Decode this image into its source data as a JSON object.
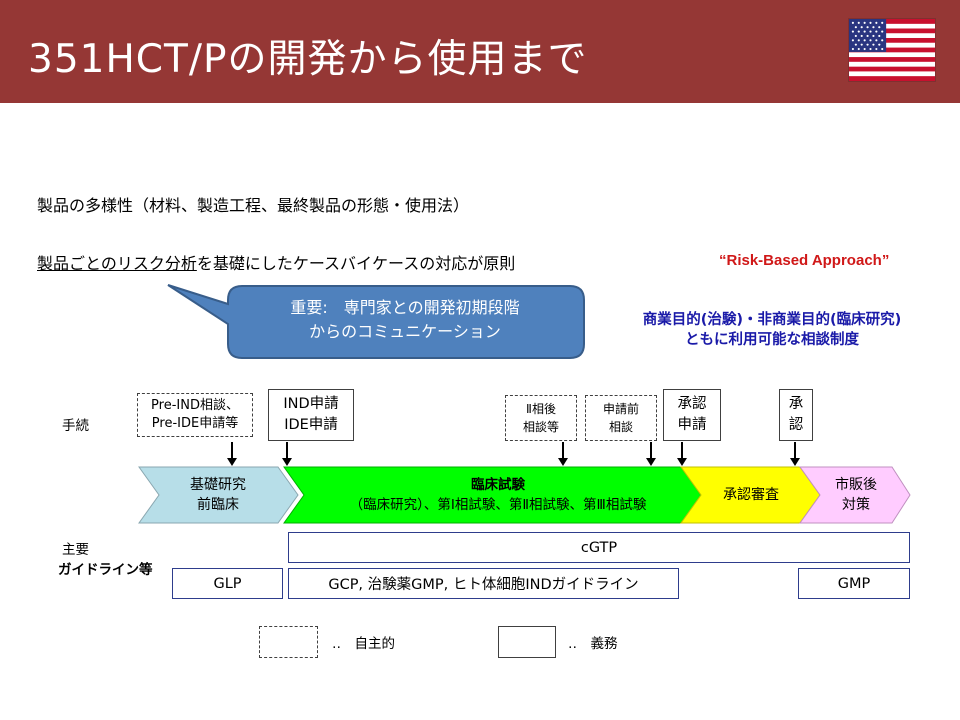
{
  "slide": {
    "title": "351HCT/Pの開発から使用まで",
    "flag_icon": "us-flag-icon"
  },
  "intro": {
    "line1": "製品の多様性（材料、製造工程、最終製品の形態・使用法）",
    "line2_underlined": "製品ごとのリスク分析",
    "line2_rest": "を基礎にしたケースバイケースの対応が原則",
    "risk_based": "“Risk-Based  Approach”"
  },
  "callout": {
    "line1": "重要:　専門家との開発初期段階",
    "line2": "からのコミュニケーション",
    "color": "#4f81bd"
  },
  "consultation_note": {
    "line1": "商業目的(治験)・非商業目的(臨床研究)",
    "line2": "ともに利用可能な相談制度"
  },
  "row_labels": {
    "procedures": "手続",
    "guidelines_line1": "主要",
    "guidelines_line2": "ガイドライン等"
  },
  "procedures": {
    "pre_ind": [
      "Pre-IND相談、",
      "Pre-IDE申請等"
    ],
    "ind_ide": [
      "IND申請",
      "IDE申請"
    ],
    "phase2": [
      "Ⅱ相後",
      "相談等"
    ],
    "pre_application": [
      "申請前",
      "相談"
    ],
    "approval_application": [
      "承認",
      "申請"
    ],
    "approval": [
      "承",
      "認"
    ]
  },
  "phases": {
    "basic": {
      "line1": "基礎研究",
      "line2": "前臨床",
      "color": "#b7dee8"
    },
    "clinical": {
      "line1": "臨床試験",
      "line2": "（臨床研究）、第Ⅰ相試験、第Ⅱ相試験、第Ⅲ相試験",
      "color": "#00ff00"
    },
    "review": {
      "label": "承認審査",
      "color": "#ffff00"
    },
    "postmarket": {
      "line1": "市販後",
      "line2": "対策",
      "color": "#ffccff"
    }
  },
  "guidelines": {
    "cgtp": "cGTP",
    "glp": "GLP",
    "gcp": "GCP, 治験薬GMP, ヒト体細胞INDガイドライン",
    "gmp": "GMP"
  },
  "legend": {
    "voluntary": "‥　自主的",
    "mandatory": "‥　義務"
  }
}
